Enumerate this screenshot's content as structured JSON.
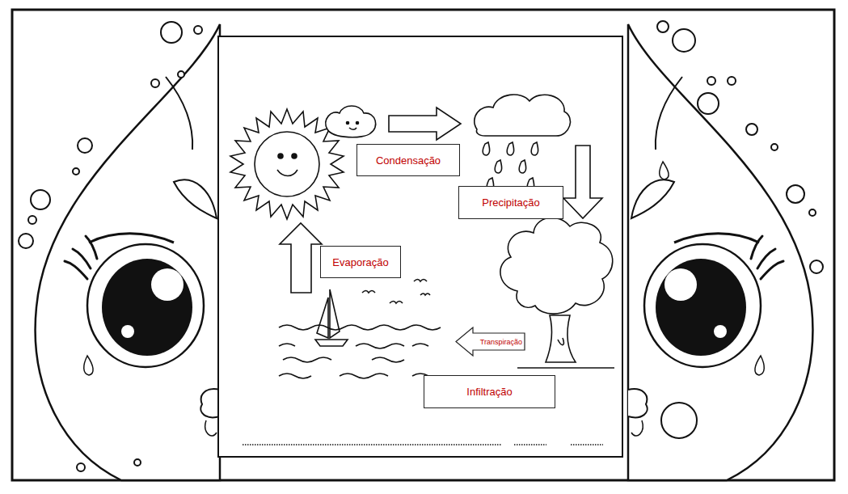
{
  "diagram": {
    "nodes": [
      {
        "text": [
          "Condensação"
        ]
      },
      {
        "text": [
          "Precipitação"
        ]
      },
      {
        "text": [
          "Evaporação"
        ]
      },
      {
        "text": [
          "Transpiração"
        ]
      },
      {
        "text": [
          "Infiltração"
        ]
      }
    ]
  }
}
